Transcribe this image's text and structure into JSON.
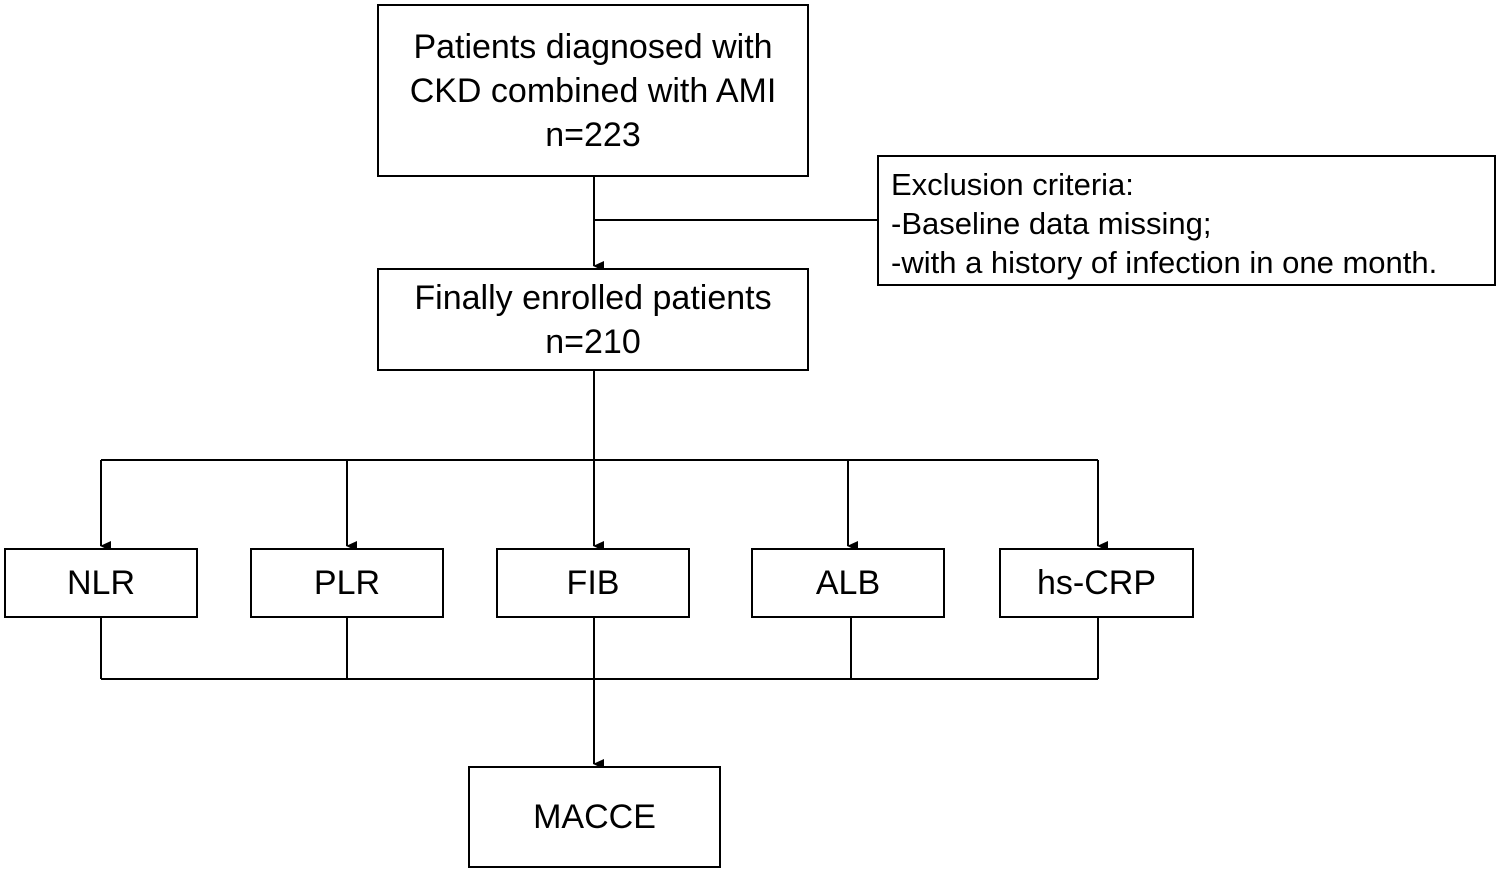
{
  "diagram": {
    "top": {
      "line1": "Patients diagnosed with",
      "line2": "CKD combined with AMI",
      "line3": "n=223"
    },
    "exclusion": {
      "line1": "Exclusion criteria:",
      "line2": "-Baseline data missing;",
      "line3": "-with a history of infection in one month."
    },
    "enrolled": {
      "line1": "Finally enrolled patients",
      "line2": "n=210"
    },
    "markers": [
      "NLR",
      "PLR",
      "FIB",
      "ALB",
      "hs-CRP"
    ],
    "outcome": "MACCE"
  }
}
